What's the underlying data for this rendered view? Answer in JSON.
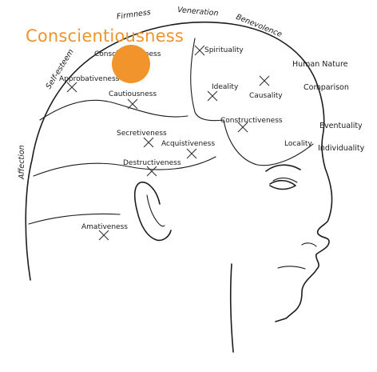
{
  "highlight": {
    "title": "Conscientiousness",
    "color": "#f0942b"
  },
  "outer_labels": {
    "firmness": "Firmness",
    "veneration": "Veneration",
    "benevolence": "Benevolence",
    "self_esteem": "Self-esteem",
    "affection": "Affection",
    "human_nature": "Human Nature",
    "comparison": "Comparison",
    "eventuality": "Eventuality",
    "individuality": "Individuality"
  },
  "regions": {
    "conscientiousness": "Conscientiousness",
    "spirituality": "Spirituality",
    "approbativeness": "Approbativeness",
    "cautiousness": "Cautiousness",
    "ideality": "Ideality",
    "causality": "Causality",
    "constructiveness": "Constructiveness",
    "secretiveness": "Secretiveness",
    "acquisitiveness": "Acquistiveness",
    "destructiveness": "Destructiveness",
    "locality": "Locality",
    "amativeness": "Amativeness"
  }
}
